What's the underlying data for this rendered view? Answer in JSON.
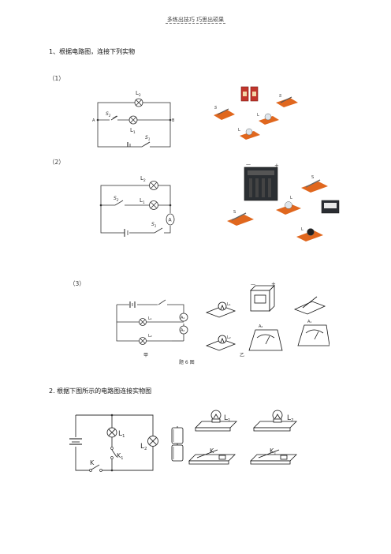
{
  "header": {
    "text": "多练出技巧 巧思出硕果"
  },
  "q1": {
    "title": "1、根据电路图，连接下列实物",
    "parts": [
      "（1）",
      "（2）",
      "（3）"
    ],
    "p1": {
      "L2": "L",
      "L2sub": "2",
      "L1": "L",
      "L1sub": "1",
      "S2": "S",
      "S2sub": "2",
      "S1": "S",
      "S1sub": "1",
      "A": "A",
      "B": "B"
    },
    "p2": {
      "L2": "L",
      "L2sub": "2",
      "L1": "L",
      "L1sub": "1",
      "S2": "S",
      "S2sub": "2",
      "S1": "S",
      "S1sub": "1",
      "ammeter": "A"
    },
    "p3": {
      "L1": "L₁",
      "L2": "L₂",
      "A1": "A₁",
      "A2": "A₂",
      "jia": "甲",
      "yi": "乙",
      "caption": "题 6 图",
      "minus": "—",
      "plus": "+"
    }
  },
  "q2": {
    "title": "2. 根据下图所示的电路图连接实物图",
    "L1": "L",
    "L1sub": "1",
    "L2": "L",
    "L2sub": "2",
    "K": "K",
    "K1": "K",
    "K1sub": "1"
  },
  "colors": {
    "line": "#333333",
    "board": "#e0671e",
    "bulb": "#c9d3dd"
  }
}
